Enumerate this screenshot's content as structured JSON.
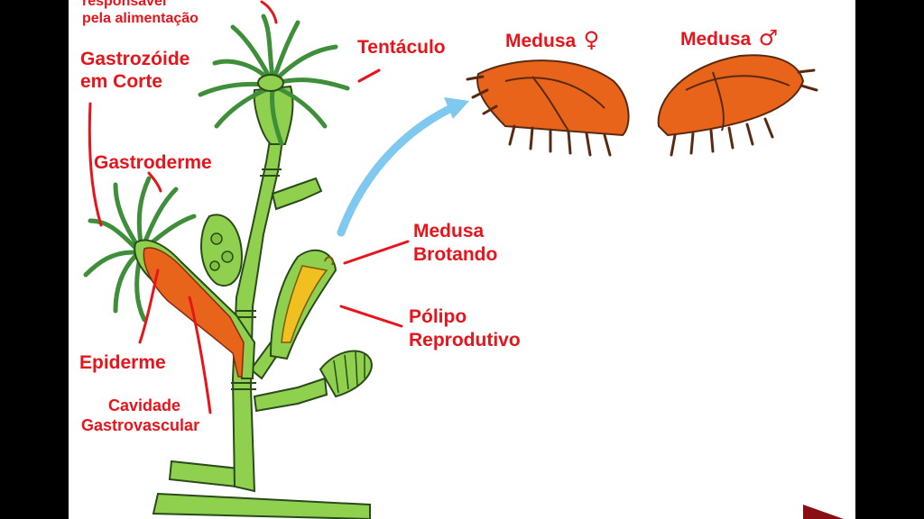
{
  "labels": {
    "top_partial_1": "responsável",
    "top_partial_2": "pela alimentação",
    "gastrozoide_1": "Gastrozóide",
    "gastrozoide_2": "em Corte",
    "tentaculo": "Tentáculo",
    "gastroderme": "Gastroderme",
    "medusa_brotando_1": "Medusa",
    "medusa_brotando_2": "Brotando",
    "polipo_1": "Pólipo",
    "polipo_2": "Reprodutivo",
    "epiderme": "Epiderme",
    "cavidade_1": "Cavidade",
    "cavidade_2": "Gastrovascular",
    "medusa_female": "Medusa",
    "medusa_male": "Medusa",
    "female_symbol": "♀",
    "male_symbol": "♂"
  },
  "colors": {
    "label_red": "#e8141b",
    "stalk_green": "#8fd14f",
    "tentacle_green": "#3e8e3a",
    "medusa_orange": "#e8641a",
    "arrow_blue": "#7fc8f0",
    "yellow": "#f0c020"
  }
}
